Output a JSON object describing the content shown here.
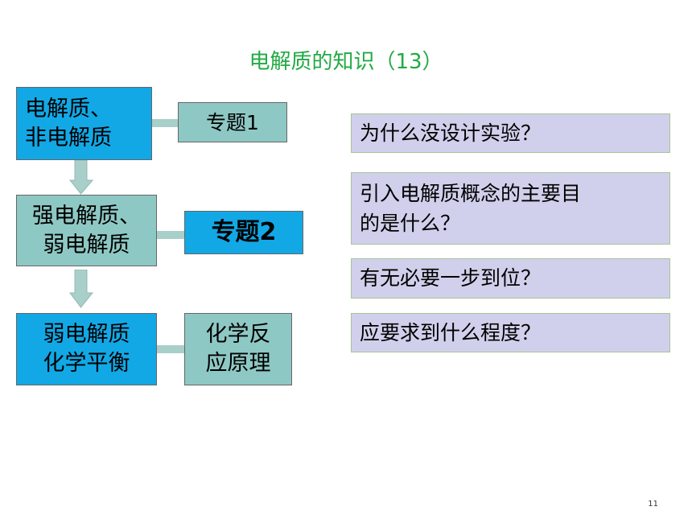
{
  "title": "电解质的知识（13）",
  "flow": [
    {
      "main": [
        "电解质、",
        "非电解质"
      ],
      "topic": [
        "专题1"
      ]
    },
    {
      "main": [
        "强电解质、",
        "弱电解质"
      ],
      "topic": [
        "专题2"
      ]
    },
    {
      "main": [
        "弱电解质",
        "化学平衡"
      ],
      "topic": [
        "化学反",
        "应原理"
      ]
    }
  ],
  "questions": [
    [
      "为什么没设计实验？"
    ],
    [
      "引入电解质概念的主要目",
      "的是什么？"
    ],
    [
      "有无必要一步到位？"
    ],
    [
      "应要求到什么程度？"
    ]
  ],
  "page_number": "11",
  "colors": {
    "title": "#22aa44",
    "blue_box": "#12a8e6",
    "teal_box": "#8ec8c4",
    "question_box": "#d0d0ec",
    "arrow": "#a9cfcb"
  }
}
